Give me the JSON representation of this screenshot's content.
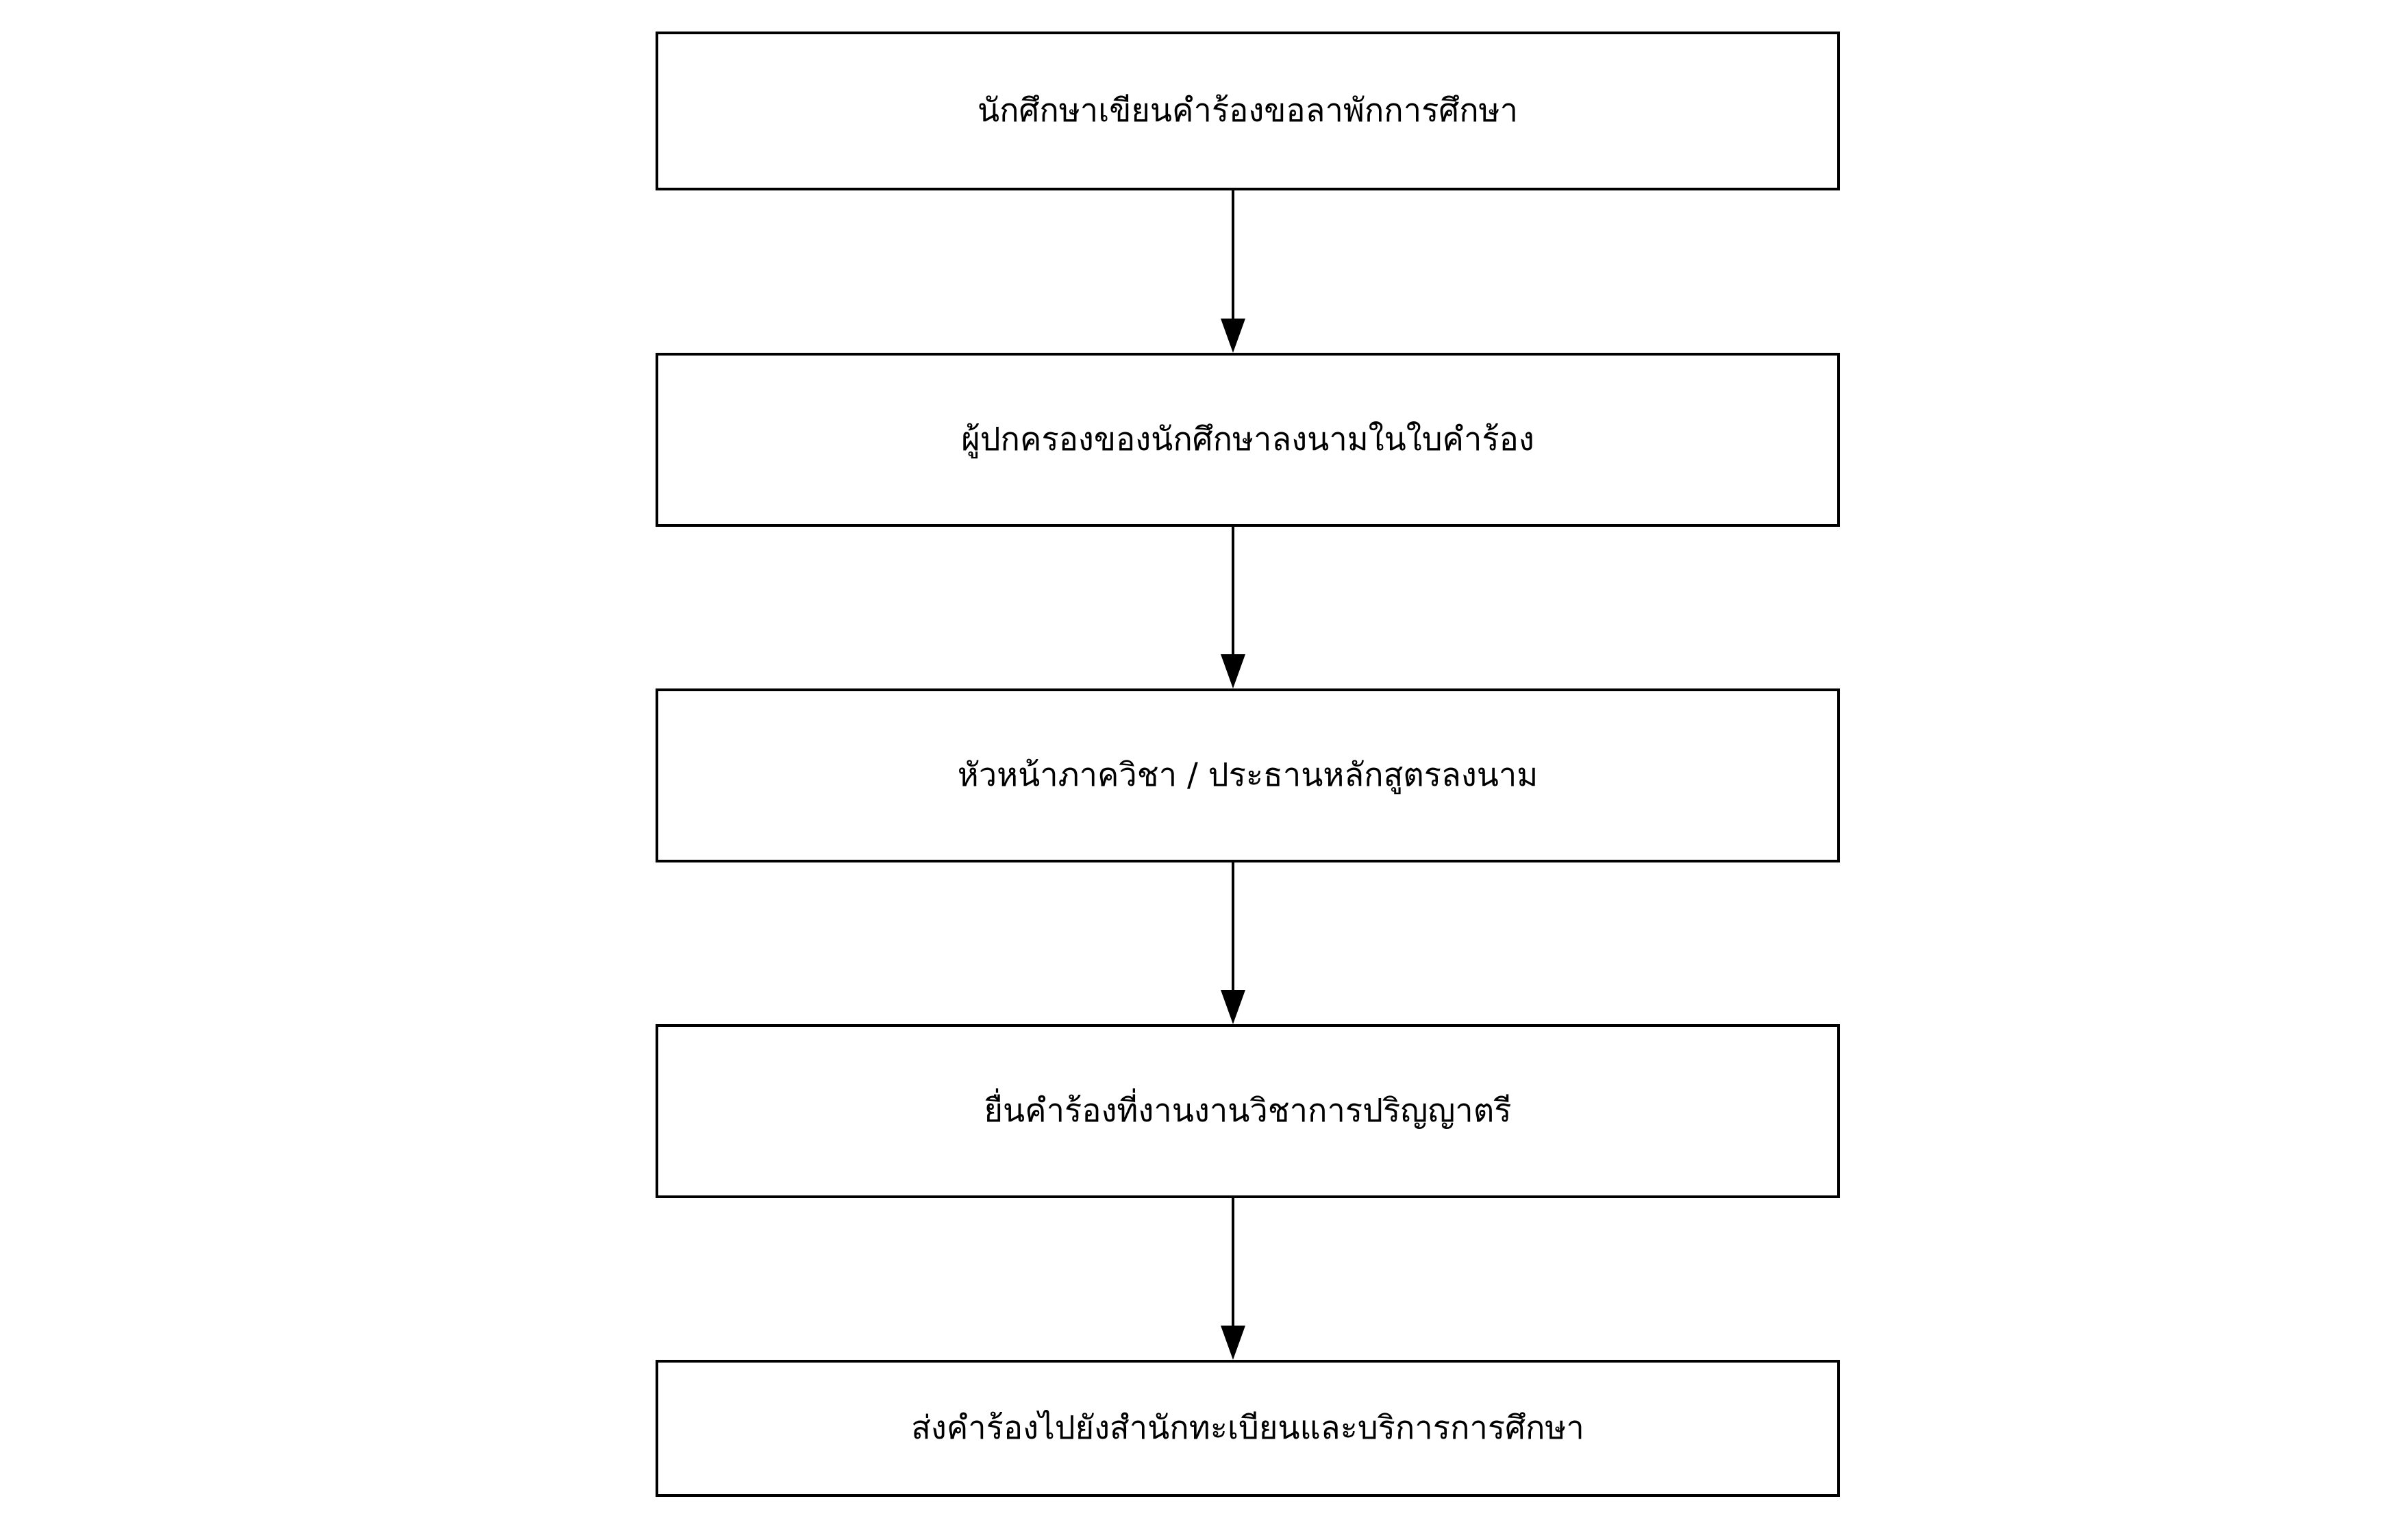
{
  "diagram": {
    "type": "flowchart",
    "orientation": "vertical-top-to-bottom",
    "background_color": "#ffffff",
    "border_color": "#000000",
    "text_color": "#000000",
    "nodes": [
      {
        "id": "node-1",
        "shape": "rectangle",
        "label": "นักศึกษาเขียนคำร้องขอลาพักการศึกษา"
      },
      {
        "id": "node-2",
        "shape": "rectangle",
        "label": "ผู้ปกครองของนักศึกษาลงนามในใบคำร้อง"
      },
      {
        "id": "node-3",
        "shape": "rectangle",
        "label": "หัวหน้าภาควิชา / ประธานหลักสูตรลงนาม"
      },
      {
        "id": "node-4",
        "shape": "rectangle",
        "label": "ยื่นคำร้องที่งานงานวิชาการปริญญาตรี"
      },
      {
        "id": "node-5",
        "shape": "rectangle",
        "label": "ส่งคำร้องไปยังสำนักทะเบียนและบริการการศึกษา"
      }
    ],
    "edges": [
      {
        "id": "edge-1",
        "from": "node-1",
        "to": "node-2",
        "label": "",
        "arrow": "down-arrow"
      },
      {
        "id": "edge-2",
        "from": "node-2",
        "to": "node-3",
        "label": "",
        "arrow": "down-arrow"
      },
      {
        "id": "edge-3",
        "from": "node-3",
        "to": "node-4",
        "label": "",
        "arrow": "down-arrow"
      },
      {
        "id": "edge-4",
        "from": "node-4",
        "to": "node-5",
        "label": "",
        "arrow": "down-arrow"
      }
    ]
  }
}
